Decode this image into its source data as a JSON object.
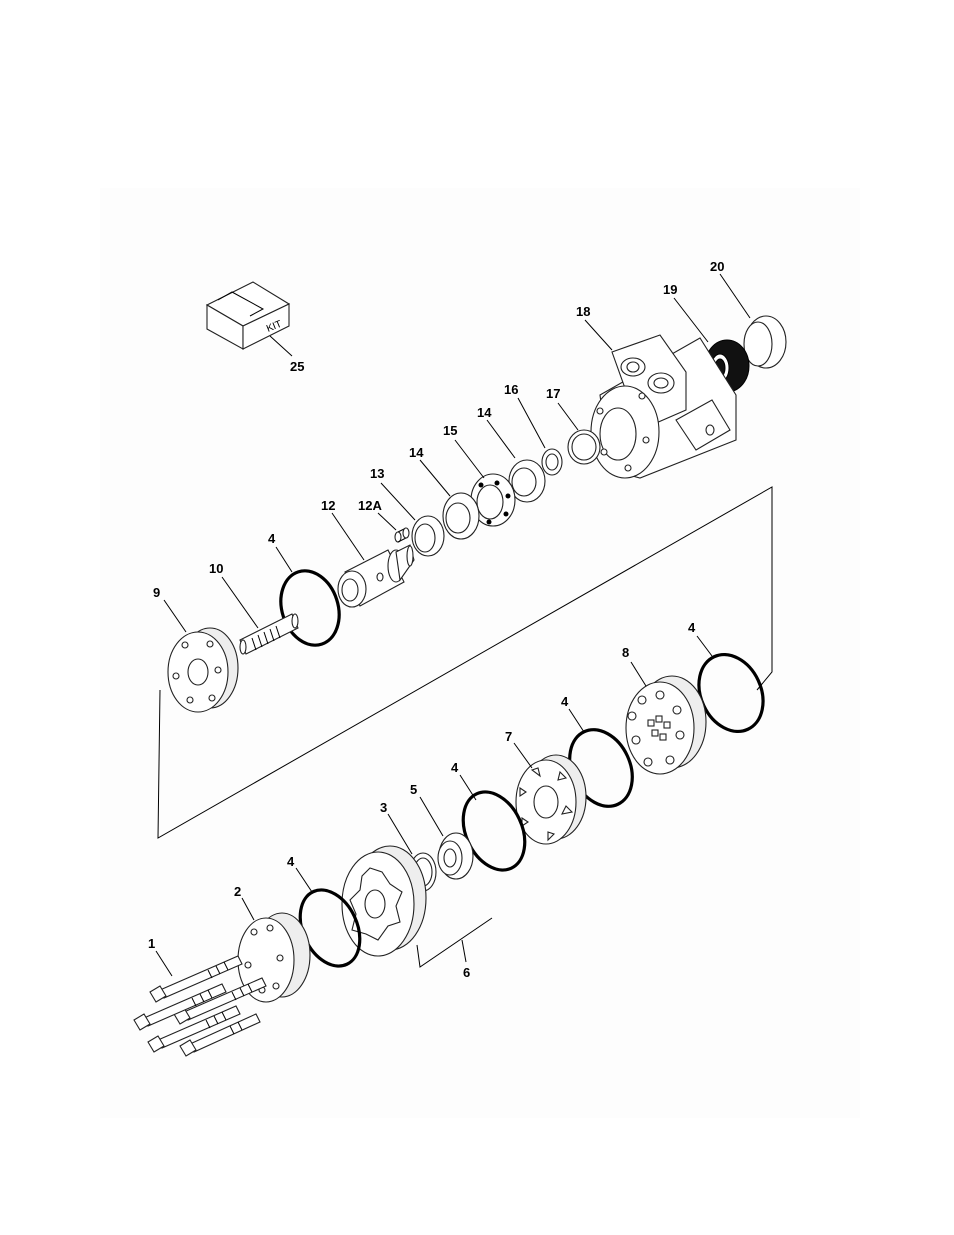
{
  "diagram": {
    "kit_label": "KIT",
    "callouts": {
      "c1": "1",
      "c2": "2",
      "c3": "3",
      "c4a": "4",
      "c4b": "4",
      "c4c": "4",
      "c4d": "4",
      "c4e": "4",
      "c5": "5",
      "c6": "6",
      "c7": "7",
      "c8": "8",
      "c9": "9",
      "c10": "10",
      "c12": "12",
      "c12a": "12A",
      "c13": "13",
      "c14a": "14",
      "c14b": "14",
      "c15": "15",
      "c16": "16",
      "c17": "17",
      "c18": "18",
      "c19": "19",
      "c20": "20",
      "c25": "25"
    }
  }
}
